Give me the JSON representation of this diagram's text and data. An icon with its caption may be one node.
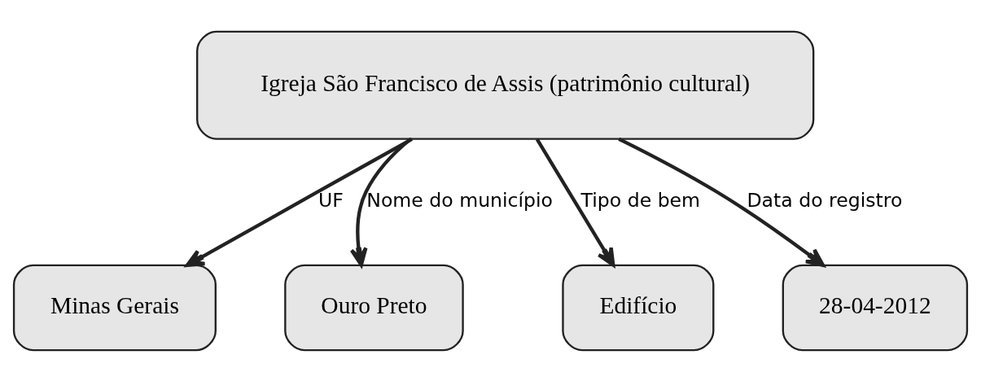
{
  "diagram": {
    "nodes": [
      {
        "text": [
          "Igreja São Francisco de Assis (patrimônio cultural)"
        ]
      },
      {
        "text": [
          "Minas Gerais"
        ]
      },
      {
        "text": [
          "Ouro Preto"
        ]
      },
      {
        "text": [
          "Edifício"
        ]
      },
      {
        "text": [
          "28-04-2012"
        ]
      }
    ],
    "edges": [
      {
        "from": 0,
        "to": 1,
        "arrow": "to",
        "label": "UF"
      },
      {
        "from": 0,
        "to": 2,
        "arrow": "to",
        "label": "Nome do município"
      },
      {
        "from": 0,
        "to": 3,
        "arrow": "to",
        "label": "Tipo de bem"
      },
      {
        "from": 0,
        "to": 4,
        "arrow": "to",
        "label": "Data do registro"
      }
    ]
  }
}
